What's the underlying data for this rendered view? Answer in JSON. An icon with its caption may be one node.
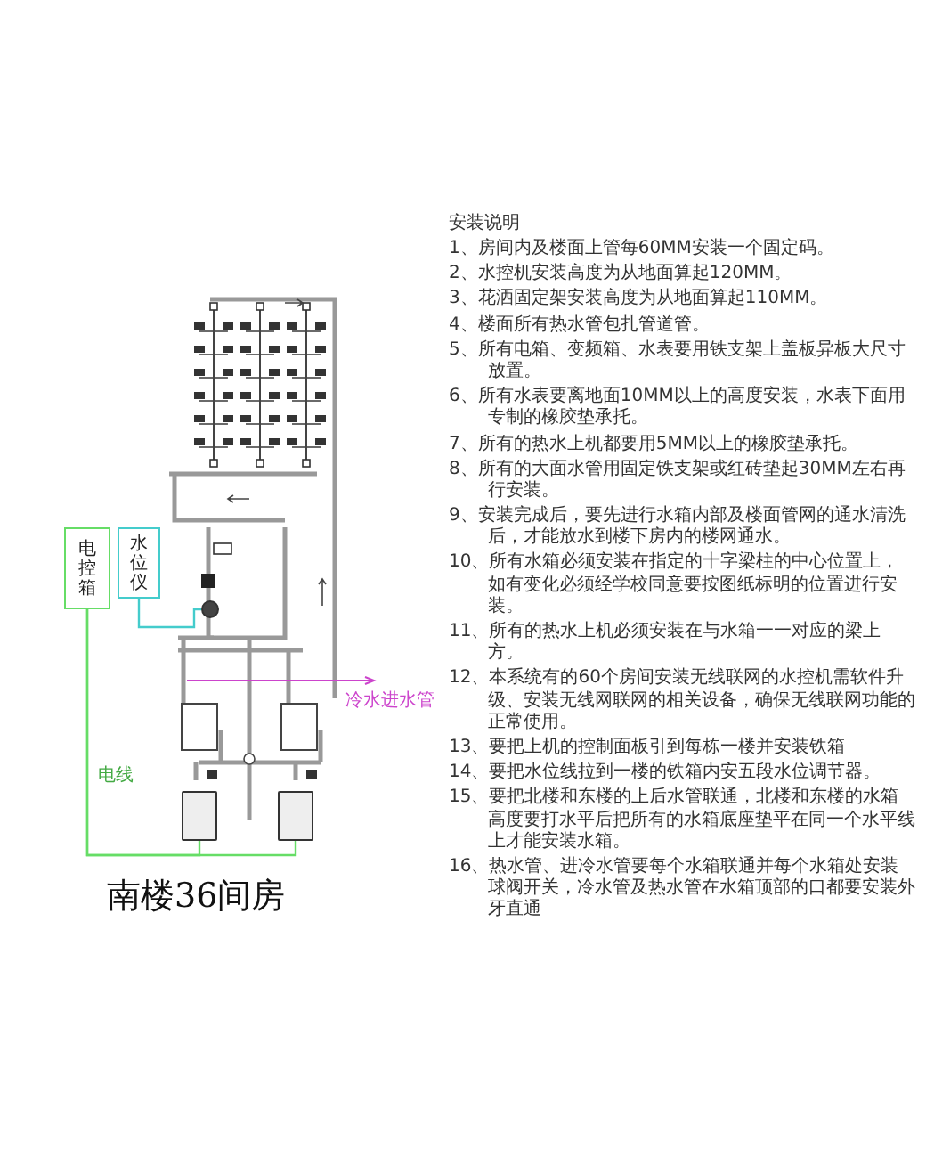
{
  "diagram": {
    "title": "南楼36间房",
    "nodes": [
      {
        "text": [
          "电控箱"
        ]
      },
      {
        "text": [
          "水位仪"
        ]
      },
      {
        "text": [],
        "shape": "box"
      },
      {
        "text": [],
        "shape": "box"
      },
      {
        "text": [],
        "shape": "circle"
      }
    ],
    "edges": [
      {
        "from": 0,
        "to": 2,
        "arrow": "none",
        "color": "#66dd66"
      },
      {
        "from": 0,
        "to": 3,
        "arrow": "none",
        "color": "#66dd66"
      },
      {
        "from": 1,
        "to": 4,
        "arrow": "none",
        "color": "#44cccc"
      }
    ],
    "labels": [
      "电线",
      "冷水进水管",
      "安装说明",
      "1、房间内及楼面上管每60MM安装一个固定码。",
      "2、水控机安装高度为从地面算起120MM。",
      "3、花洒固定架安装高度为从地面算起110MM。",
      "4、楼面所有热水管包扎管道管。",
      "5、所有电箱、变频箱、水表要用铁支架上盖板异板大尺寸放置。",
      "6、所有水表要离地面10MM以上的高度安装，水表下面用专制的橡胶垫承托。",
      "7、所有的热水上机都要用5MM以上的橡胶垫承托。",
      "8、所有的大面水管用固定铁支架或红砖垫起30MM左右再行安装。",
      "9、安装完成后，要先进行水箱内部及楼面管网的通水清洗后，才能放水到楼下房内的楼网通水。",
      "10、所有水箱必须安装在指定的十字梁柱的中心位置上，如有变化必须经学校同意要按图纸标明的位置进行安装。",
      "11、所有的热水上机必须安装在与水箱一一对应的梁上方。",
      "12、本系统有的60个房间安装无线联网的水控机需软件升级、安装无线网联网的相关设备，确保无线联网功能的正常使用。",
      "13、要把上机的控制面板引到每栋一楼并安装铁箱",
      "14、要把水位线拉到一楼的铁箱内安五段水位调节器。",
      "15、要把北楼和东楼的上后水管联通，北楼和东楼的水箱高度要打水平后把所有的水箱底座垫平在同一个水平线上才能安装水箱。",
      "16、热水管、进冷水管要每个水箱联通并每个水箱处安装球阀开关，冷水管及热水管在水箱顶部的口都要安装外牙直通"
    ]
  }
}
